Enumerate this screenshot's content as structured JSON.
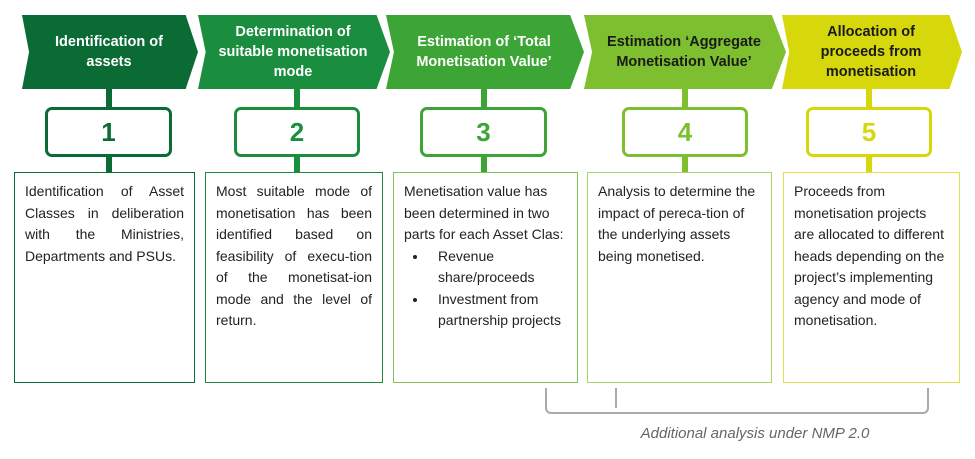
{
  "colors": [
    "#0b6b35",
    "#1b8d3e",
    "#3da535",
    "#7dbf2f",
    "#d6d80c"
  ],
  "steps": [
    {
      "title": "Identification of assets",
      "number": "1",
      "description": "Identification of Asset Classes in deliberation with the Ministries, Departments and PSUs."
    },
    {
      "title": "Determination of suitable monetisation mode",
      "number": "2",
      "description": "Most suitable mode of monetisation has been identified based on feasibility of execu-tion of the monetisat-ion mode and the level of return."
    },
    {
      "title": "Estimation of ‘Total Monetisation Value’",
      "number": "3",
      "description": "Menetisation value has been determined in two parts for each Asset Clas:",
      "bullets": [
        "Revenue share/proceeds",
        "Investment from partnership projects"
      ]
    },
    {
      "title": "Estimation ‘Aggregate Monetisation Value’",
      "number": "4",
      "description": "Analysis to determine the impact of pereca-tion of the underlying assets being monetised."
    },
    {
      "title": "Allocation of proceeds from monetisation",
      "number": "5",
      "description": "Proceeds from monetisation projects are allocated to different heads depending on the project’s implementing agency and mode of monetisation."
    }
  ],
  "note": "Additional analysis under NMP 2.0"
}
